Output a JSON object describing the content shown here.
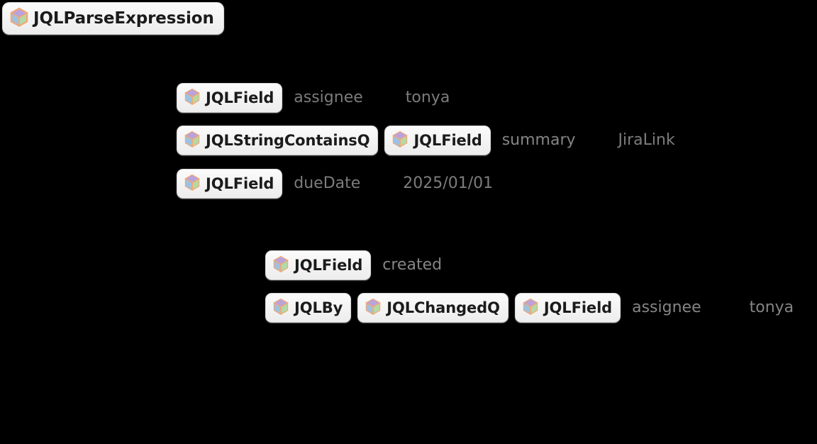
{
  "background_color": "#000000",
  "colors": {
    "badge_background": "#f4f4f4",
    "badge_border": "#d8d8d8",
    "badge_text": "#1b1b1b",
    "argument_text": "#7c7c7c",
    "argument_text_dim": "#858585",
    "cube_top": "#b9a3dd",
    "cube_left": "#9dc2e0",
    "cube_right": "#b5d9a4",
    "cube_outline": "#f0a878"
  },
  "header": {
    "symbol": "JQLParseExpression",
    "icon": "cube-icon"
  },
  "expression": {
    "group_one": [
      {
        "id": "row-assignee",
        "badges": [
          {
            "symbol": "JQLField",
            "icon": "cube-icon"
          }
        ],
        "args": [
          {
            "text": "assignee",
            "style": "normal"
          },
          {
            "text": "tonya",
            "style": "normal"
          }
        ]
      },
      {
        "id": "row-summary",
        "badges": [
          {
            "symbol": "JQLStringContainsQ",
            "icon": "cube-icon"
          },
          {
            "symbol": "JQLField",
            "icon": "cube-icon"
          }
        ],
        "args": [
          {
            "text": "summary",
            "style": "dim"
          },
          {
            "text": "JiraLink",
            "style": "normal"
          }
        ]
      },
      {
        "id": "row-duedate",
        "badges": [
          {
            "symbol": "JQLField",
            "icon": "cube-icon"
          }
        ],
        "args": [
          {
            "text": "dueDate",
            "style": "normal"
          },
          {
            "text": "2025/01/01",
            "style": "normal"
          }
        ]
      }
    ],
    "group_two": [
      {
        "id": "row-created",
        "badges": [
          {
            "symbol": "JQLField",
            "icon": "cube-icon"
          }
        ],
        "args": [
          {
            "text": "created",
            "style": "dim"
          }
        ]
      },
      {
        "id": "row-changed-assignee",
        "badges": [
          {
            "symbol": "JQLBy",
            "icon": "cube-icon"
          },
          {
            "symbol": "JQLChangedQ",
            "icon": "cube-icon"
          },
          {
            "symbol": "JQLField",
            "icon": "cube-icon"
          }
        ],
        "args": [
          {
            "text": "assignee",
            "style": "dim"
          },
          {
            "text": "tonya",
            "style": "dim"
          }
        ]
      }
    ]
  }
}
